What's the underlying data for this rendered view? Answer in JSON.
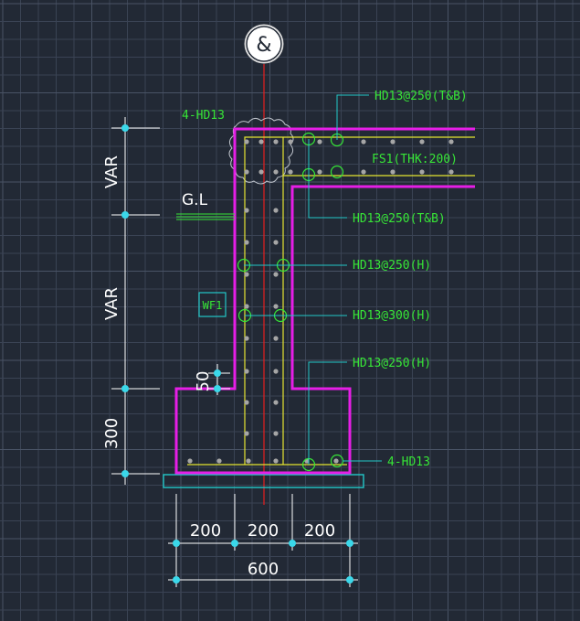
{
  "grid_marker": "&",
  "labels": {
    "top_left_bars": "4-HD13",
    "top_slab_bars": "HD13@250(T&B)",
    "slab_name": "FS1(THK:200)",
    "slab_bottom_bars": "HD13@250(T&B)",
    "wall_h1": "HD13@250(H)",
    "wall_h2": "HD13@300(H)",
    "footing_h": "HD13@250(H)",
    "bottom_bars": "4-HD13",
    "ground": "G.L",
    "wall_tag": "WF1"
  },
  "dims": {
    "left_top": "VAR",
    "left_mid": "VAR",
    "left_bottom": "300",
    "step": "50",
    "bottom_a": "200",
    "bottom_b": "200",
    "bottom_c": "200",
    "total": "600"
  },
  "colors": {
    "background": "#222935",
    "outline": "#e61ee6",
    "rebar": "#e6e632",
    "leader": "#22c8c8",
    "text": "#37e637",
    "dim": "#ffffff",
    "axis": "#e61e1e",
    "node": "#3ad8ea"
  }
}
